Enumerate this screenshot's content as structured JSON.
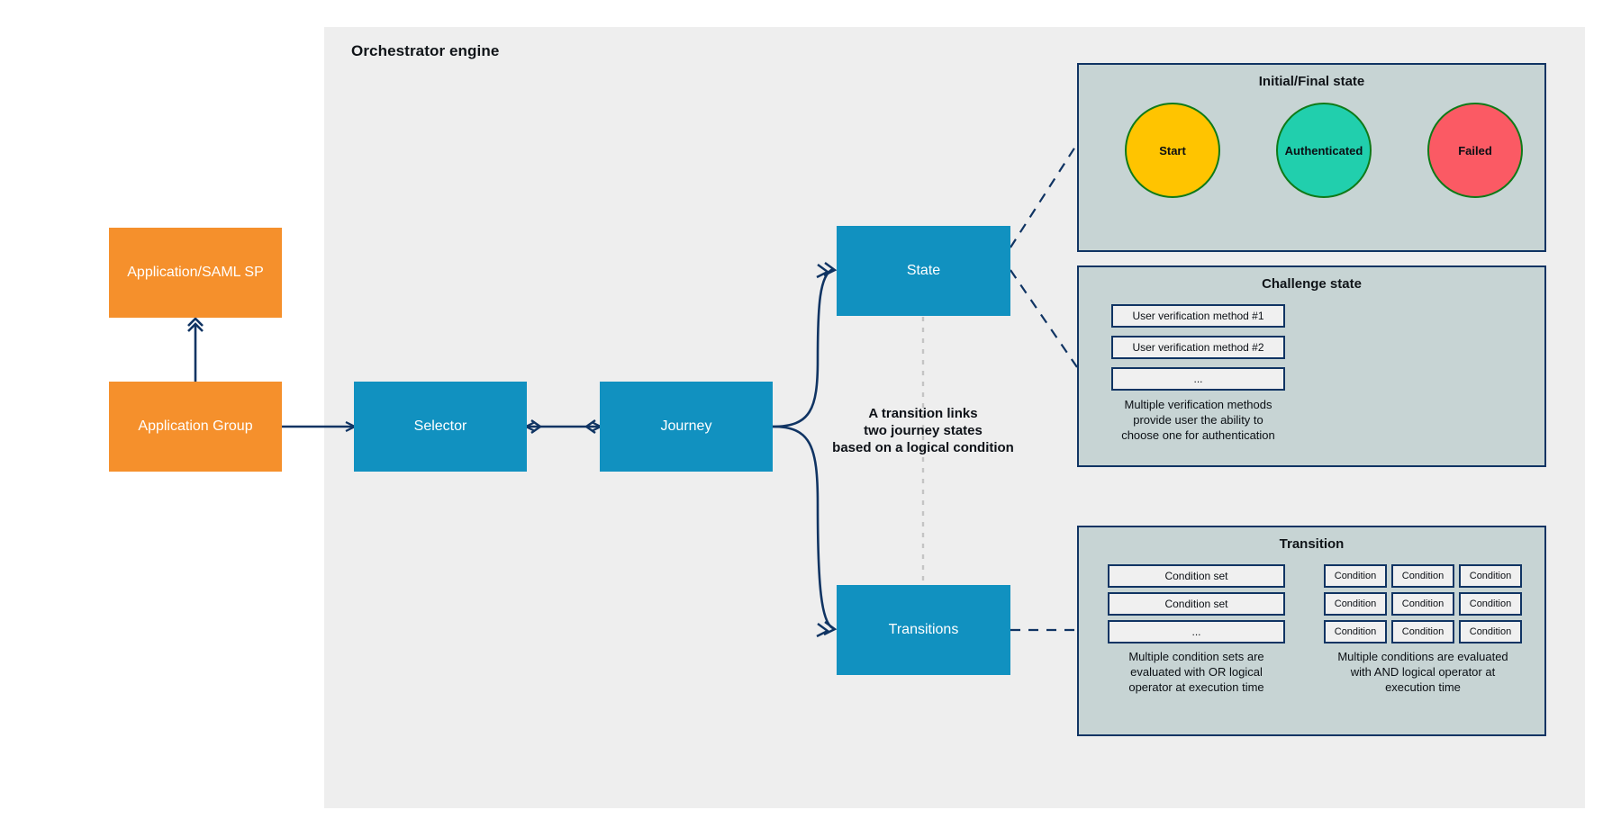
{
  "container": {
    "title": "Orchestrator engine"
  },
  "nodes": {
    "app_saml_sp": "Application/SAML SP",
    "app_group": "Application Group",
    "selector": "Selector",
    "journey": "Journey",
    "state": "State",
    "transitions": "Transitions"
  },
  "center_note": {
    "line1": "A transition links",
    "line2": "two journey states",
    "line3": "based on a logical condition"
  },
  "panels": {
    "initial_final": {
      "title": "Initial/Final state",
      "circles": [
        {
          "label": "Start",
          "color": "#ffc400"
        },
        {
          "label": "Authenticated",
          "color": "#21cfad"
        },
        {
          "label": "Failed",
          "color": "#fb5a64"
        }
      ]
    },
    "challenge": {
      "title": "Challenge state",
      "methods": [
        "User verification method #1",
        "User verification method #2",
        "..."
      ],
      "note_line1": "Multiple verification methods",
      "note_line2": "provide user the ability to",
      "note_line3": "choose one for authentication"
    },
    "transition": {
      "title": "Transition",
      "condition_sets": [
        "Condition set",
        "Condition set",
        "..."
      ],
      "conditions": [
        "Condition",
        "Condition",
        "Condition",
        "Condition",
        "Condition",
        "Condition",
        "Condition",
        "Condition",
        "Condition"
      ],
      "or_note_line1": "Multiple condition sets are",
      "or_note_line2": "evaluated with OR logical",
      "or_note_line3": "operator at execution time",
      "and_note_line1": "Multiple conditions are evaluated",
      "and_note_line2": "with AND logical operator at",
      "and_note_line3": "execution time"
    }
  },
  "colors": {
    "container_bg": "#eeeeee",
    "orange_node": "#f5902c",
    "blue_node": "#1191c0",
    "panel_bg": "#c7d4d4",
    "panel_border": "#103463",
    "connector": "#103463",
    "circle_border": "#0f7a18"
  }
}
